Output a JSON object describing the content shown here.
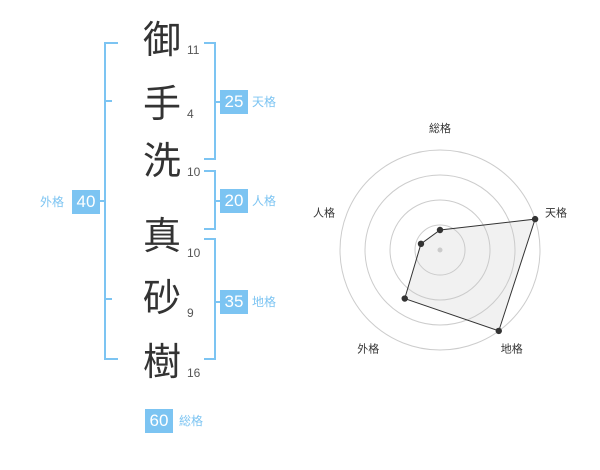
{
  "name": {
    "chars": [
      {
        "char": "御",
        "strokes": "11"
      },
      {
        "char": "手",
        "strokes": "4"
      },
      {
        "char": "洗",
        "strokes": "10"
      },
      {
        "char": "真",
        "strokes": "10"
      },
      {
        "char": "砂",
        "strokes": "9"
      },
      {
        "char": "樹",
        "strokes": "16"
      }
    ]
  },
  "kaku": {
    "tenkaku": {
      "value": "25",
      "label": "天格"
    },
    "jinkaku": {
      "value": "20",
      "label": "人格"
    },
    "chikaku": {
      "value": "35",
      "label": "地格"
    },
    "gaikaku": {
      "value": "40",
      "label": "外格"
    },
    "soukaku": {
      "value": "60",
      "label": "総格"
    }
  },
  "colors": {
    "accent": "#7cc4f2",
    "text": "#333333"
  },
  "chart_data": {
    "type": "radar",
    "axes": [
      "総格",
      "天格",
      "地格",
      "外格",
      "人格"
    ],
    "series": [
      {
        "values": [
          1,
          5,
          5,
          3,
          1
        ]
      }
    ],
    "range": [
      0,
      5
    ],
    "rings": 4
  }
}
